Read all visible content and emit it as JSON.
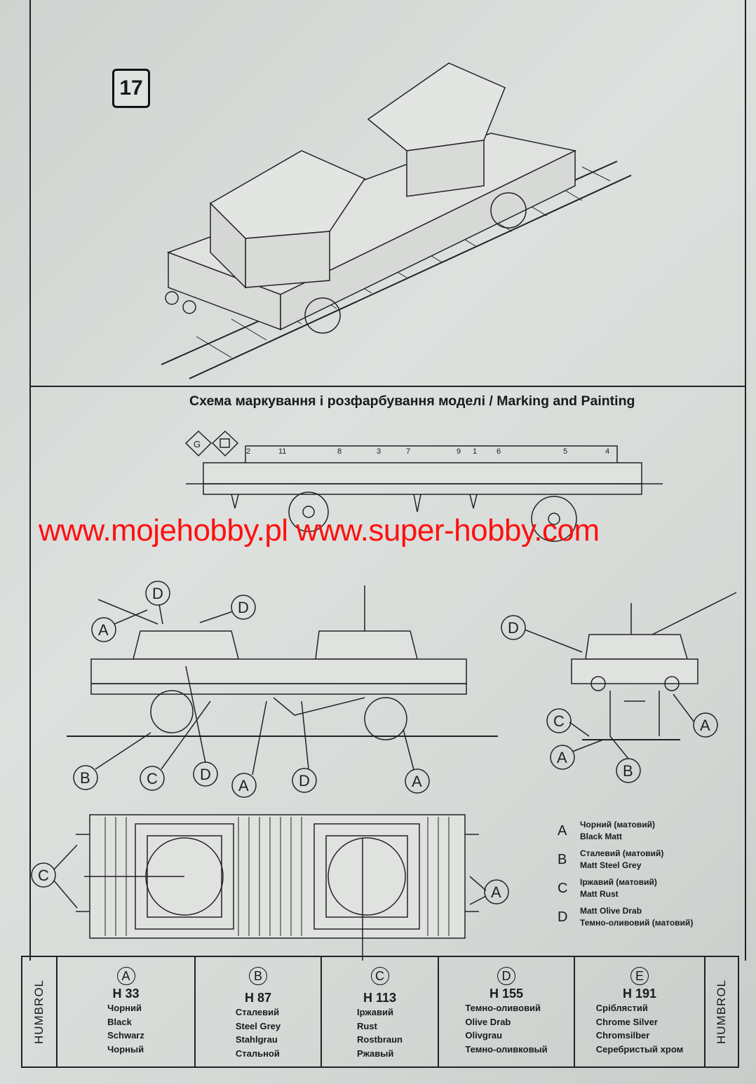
{
  "step_number": "17",
  "section_title": "Схема маркування і розфарбування моделі / Marking and Painting",
  "marking_numbers": [
    "2",
    "11",
    "8",
    "3",
    "7",
    "9",
    "1",
    "6",
    "5",
    "4"
  ],
  "watermark": "www.mojehobby.pl www.super-hobby.com",
  "callouts": {
    "side_view": [
      "A",
      "D",
      "D",
      "B",
      "C",
      "D",
      "A",
      "D",
      "A"
    ],
    "end_view": [
      "D",
      "C",
      "A",
      "A",
      "B"
    ],
    "top_view": [
      "C",
      "A"
    ]
  },
  "legend": [
    {
      "letter": "A",
      "ua": "Чорний (матовий)",
      "en": "Black Matt"
    },
    {
      "letter": "B",
      "ua": "Сталевий (матовий)",
      "en": "Matt Steel Grey"
    },
    {
      "letter": "C",
      "ua": "Іржавий (матовий)",
      "en": "Matt Rust"
    },
    {
      "letter": "D",
      "en": "Matt Olive Drab",
      "ua": "Темно-оливовий (матовий)"
    }
  ],
  "paint_table": {
    "brand": "HUMBROL",
    "paints": [
      {
        "letter": "A",
        "code": "H 33",
        "names": [
          "Чорний",
          "Black",
          "Schwarz",
          "Чорный"
        ]
      },
      {
        "letter": "B",
        "code": "H 87",
        "names": [
          "Сталевий",
          "Steel Grey",
          "Stahlgrau",
          "Стальной"
        ]
      },
      {
        "letter": "C",
        "code": "H 113",
        "names": [
          "Іржавий",
          "Rust",
          "Rostbraun",
          "Ржавый"
        ]
      },
      {
        "letter": "D",
        "code": "H 155",
        "names": [
          "Темно-оливовий",
          "Olive Drab",
          "Olivgrau",
          "Темно-оливковый"
        ]
      },
      {
        "letter": "E",
        "code": "H 191",
        "names": [
          "Сріблястий",
          "Chrome Silver",
          "Chromsilber",
          "Серебристый хром"
        ]
      }
    ]
  }
}
